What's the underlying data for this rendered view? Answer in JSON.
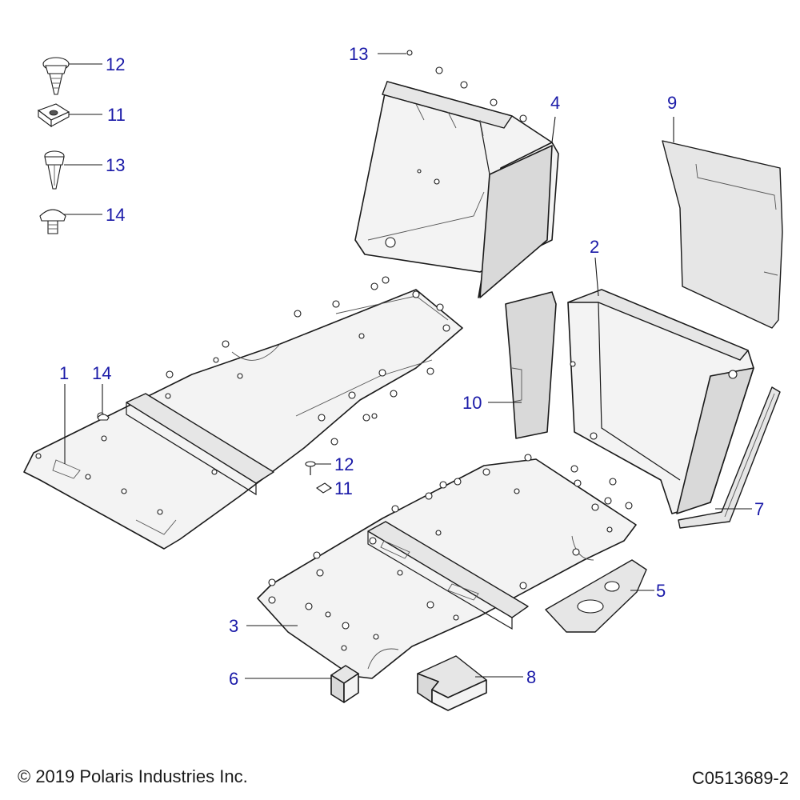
{
  "callouts": {
    "c12_legend": "12",
    "c11_legend": "11",
    "c13_legend": "13",
    "c14_legend": "14",
    "c13_top": "13",
    "c4": "4",
    "c9": "9",
    "c2": "2",
    "c1": "1",
    "c14_floor": "14",
    "c10": "10",
    "c12_floor": "12",
    "c11_floor": "11",
    "c7": "7",
    "c5": "5",
    "c3": "3",
    "c6": "6",
    "c8": "8"
  },
  "footer": {
    "copyright": "© 2019 Polaris Industries Inc.",
    "drawing_number": "C0513689-2"
  }
}
